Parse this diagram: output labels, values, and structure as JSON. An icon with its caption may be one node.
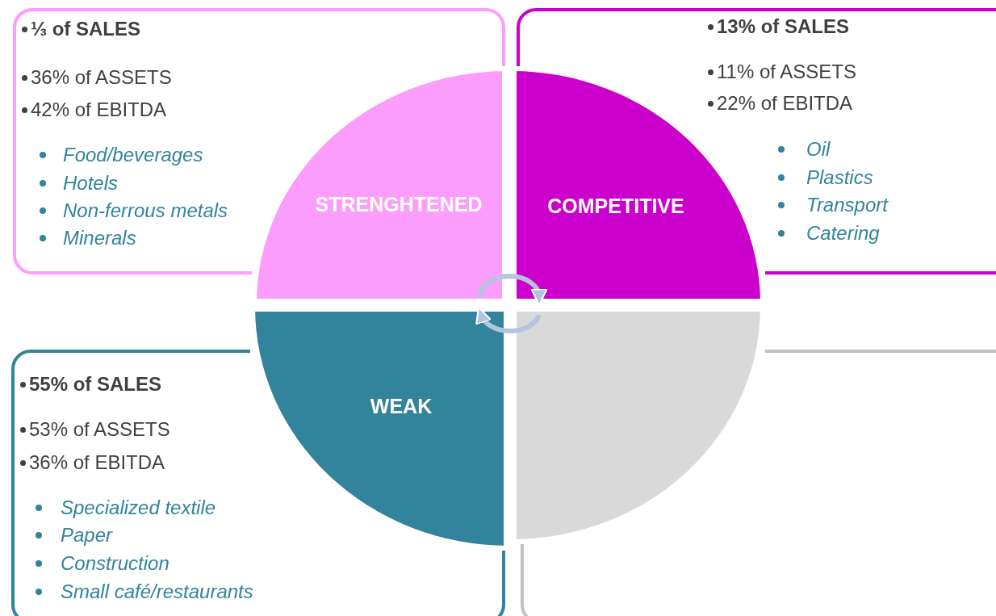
{
  "diagram": {
    "nodes": [
      {
        "text": [
          "⅓ of SALES",
          "36% of ASSETS",
          "42% of EBITDA",
          "Food/beverages",
          "Hotels",
          "Non-ferrous metals",
          "Minerals"
        ]
      },
      {
        "text": [
          "13% of SALES",
          "11% of ASSETS",
          "22% of EBITDA",
          "Oil",
          "Plastics",
          "Transport",
          "Catering"
        ]
      },
      {
        "text": [
          "55% of SALES",
          "53% of ASSETS",
          "36% of EBITDA",
          "Specialized textile",
          "Paper",
          "Construction",
          "Small café/restaurants"
        ]
      },
      {
        "text": [],
        "shape": "box"
      },
      {
        "text": [
          "STRENGHTENED"
        ]
      },
      {
        "text": [
          "COMPETITIVE"
        ]
      },
      {
        "text": [
          "WEAK"
        ]
      },
      {
        "text": [],
        "shape": "sector"
      }
    ],
    "edges": [
      {
        "from": 4,
        "to": 5,
        "arrow": "to"
      },
      {
        "from": 7,
        "to": 6,
        "arrow": "to"
      }
    ]
  }
}
